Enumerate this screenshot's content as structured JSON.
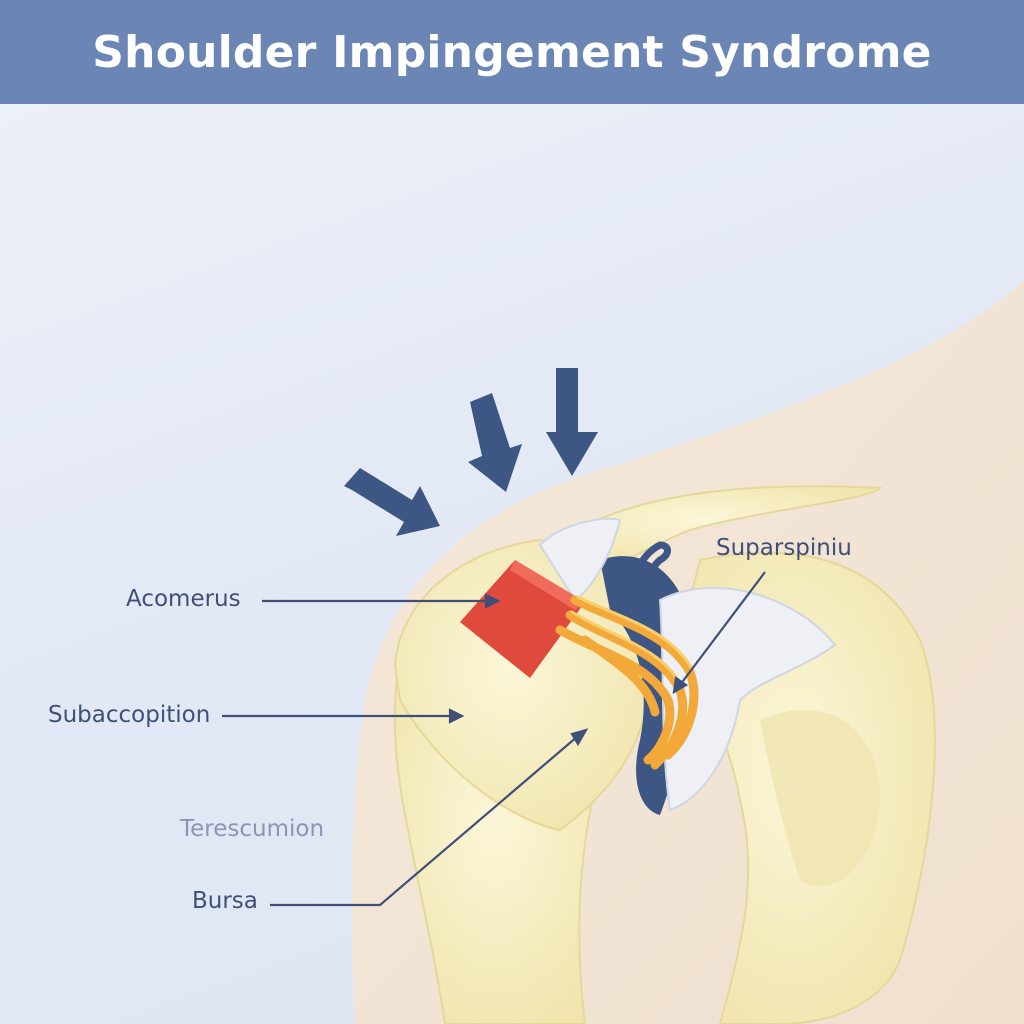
{
  "title": "Shoulder Impingement Syndrome",
  "labels": {
    "acromion": "Acomerus",
    "subacromial": "Subaccopition",
    "teres": "Terescumion",
    "bursa": "Bursa",
    "supraspinatus": "Suparspiniu"
  },
  "colors": {
    "header": "#6b86b5",
    "arrow": "#3e5683",
    "bone": "#f6efc2",
    "acromion_red": "#e04a3c",
    "tendon_orange": "#f2a93a",
    "cartilage": "#eef0f6",
    "skin": "#f3e6d6",
    "label_text": "#3f4f78"
  },
  "icons": [
    "force-arrow",
    "force-arrow",
    "force-arrow"
  ]
}
